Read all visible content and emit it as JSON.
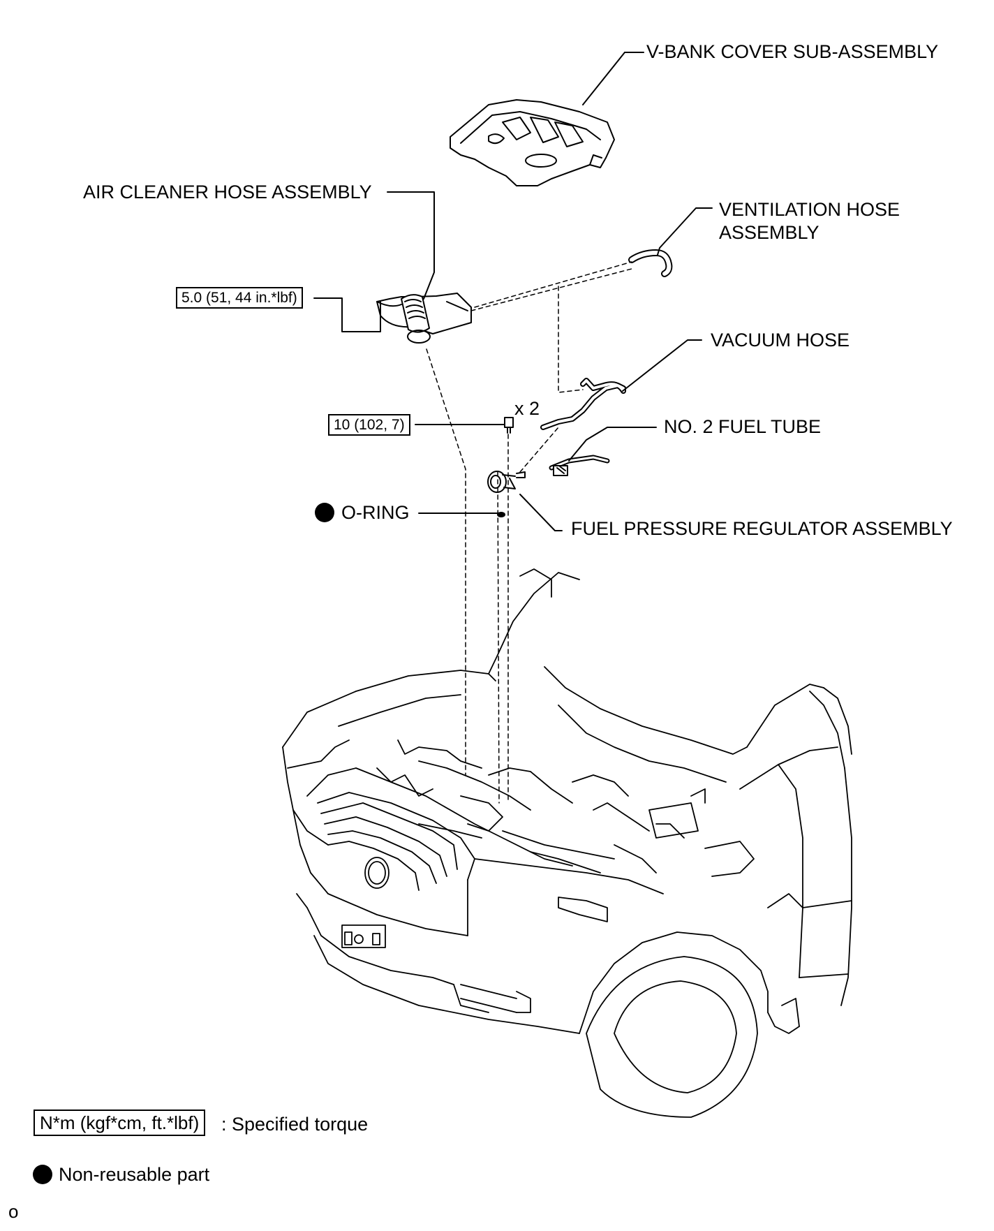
{
  "labels": {
    "v_bank_cover": "V-BANK COVER SUB-ASSEMBLY",
    "air_cleaner_hose": "AIR CLEANER HOSE ASSEMBLY",
    "ventilation_hose_line1": "VENTILATION HOSE",
    "ventilation_hose_line2": "ASSEMBLY",
    "vacuum_hose": "VACUUM HOSE",
    "no2_fuel_tube": "NO. 2 FUEL TUBE",
    "o_ring": "O-RING",
    "fuel_pressure_regulator": "FUEL PRESSURE REGULATOR ASSEMBLY",
    "quantity": "x 2"
  },
  "torque": {
    "air_cleaner_clamp": "5.0 (51, 44 in.*lbf)",
    "regulator_bolt": "10 (102, 7)"
  },
  "legend": {
    "torque_unit": "N*m (kgf*cm, ft.*lbf)",
    "torque_desc": ": Specified torque",
    "non_reusable": "Non-reusable part"
  },
  "footer": {
    "code": "o"
  }
}
